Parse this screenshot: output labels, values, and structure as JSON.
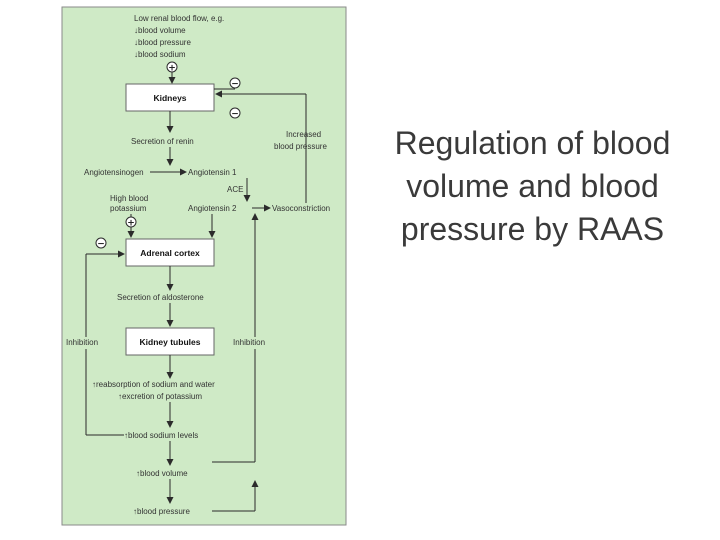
{
  "slide_title": "Regulation of blood volume and blood pressure by RAAS",
  "diagram": {
    "start_lines": [
      "Low renal blood flow, e.g.",
      "↓blood volume",
      "↓blood pressure",
      "↓blood sodium"
    ],
    "kidneys": "Kidneys",
    "secretion_renin": "Secretion of renin",
    "angiotensinogen": "Angiotensinogen",
    "angiotensin1": "Angiotensin 1",
    "ace": "ACE",
    "angiotensin2": "Angiotensin 2",
    "vasoconstriction": "Vasoconstriction",
    "increased_bp": [
      "Increased",
      "blood pressure"
    ],
    "high_potassium": [
      "High blood",
      "potassium"
    ],
    "adrenal_cortex": "Adrenal cortex",
    "secretion_aldosterone": "Secretion of aldosterone",
    "kidney_tubules": "Kidney tubules",
    "inhibition": "Inhibition",
    "reabsorption": "↑reabsorption of sodium and water",
    "excretion": "↑excretion of potassium",
    "sodium_levels": "↑blood sodium levels",
    "blood_volume": "↑blood volume",
    "blood_pressure": "↑blood pressure",
    "plus": "+",
    "minus": "−"
  },
  "colors": {
    "panel_fill": "#cfeac6",
    "panel_border": "#8a8a8a",
    "box_fill": "#ffffff",
    "text": "#333333"
  }
}
